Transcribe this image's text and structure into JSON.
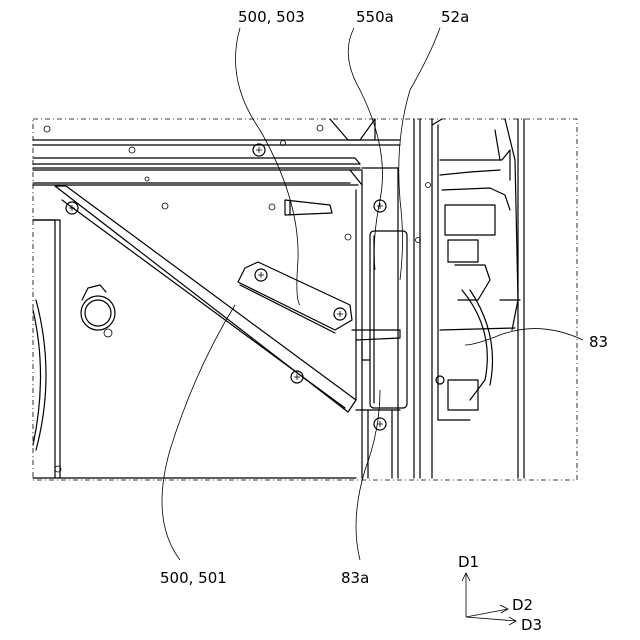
{
  "labels": {
    "top_left": "500, 503",
    "top_mid": "550a",
    "top_right": "52a",
    "right": "83",
    "bottom_left": "500, 501",
    "bottom_mid": "83a"
  },
  "axes": {
    "d1": "D1",
    "d2": "D2",
    "d3": "D3"
  }
}
